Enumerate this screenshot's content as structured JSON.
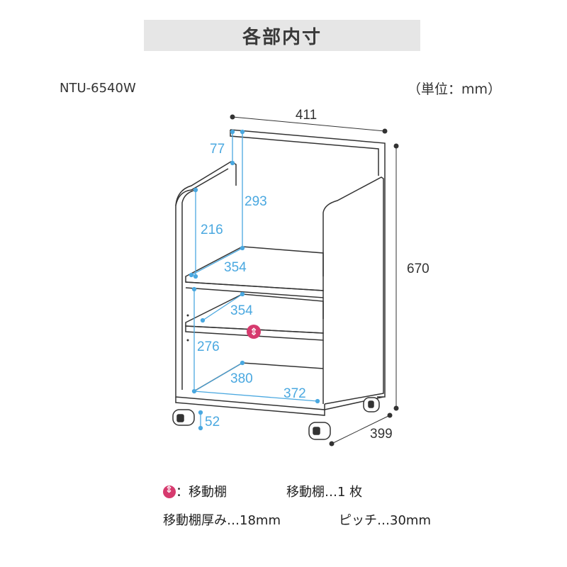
{
  "title": "各部内寸",
  "model": "NTU-6540W",
  "unit_note": "（単位：mm）",
  "colors": {
    "dimension": "#4aa8e0",
    "outline": "#333333",
    "accent": "#d63a6e",
    "banner": "#e6e6e6"
  },
  "dimensions": {
    "outer_width": "411",
    "outer_height": "670",
    "outer_depth": "399",
    "top_gap": "77",
    "upper_height": "293",
    "side_height": "216",
    "upper_shelf_depth": "354",
    "middle_shelf_depth": "354",
    "lower_height": "276",
    "bottom_depth": "380",
    "bottom_width": "372",
    "caster_height": "52"
  },
  "legend": {
    "icon": "up-down-arrow-icon",
    "icon_label": "：移動棚",
    "movable_count": "移動棚…1 枚",
    "thickness": "移動棚厚み…18mm",
    "pitch": "ピッチ…30mm"
  }
}
